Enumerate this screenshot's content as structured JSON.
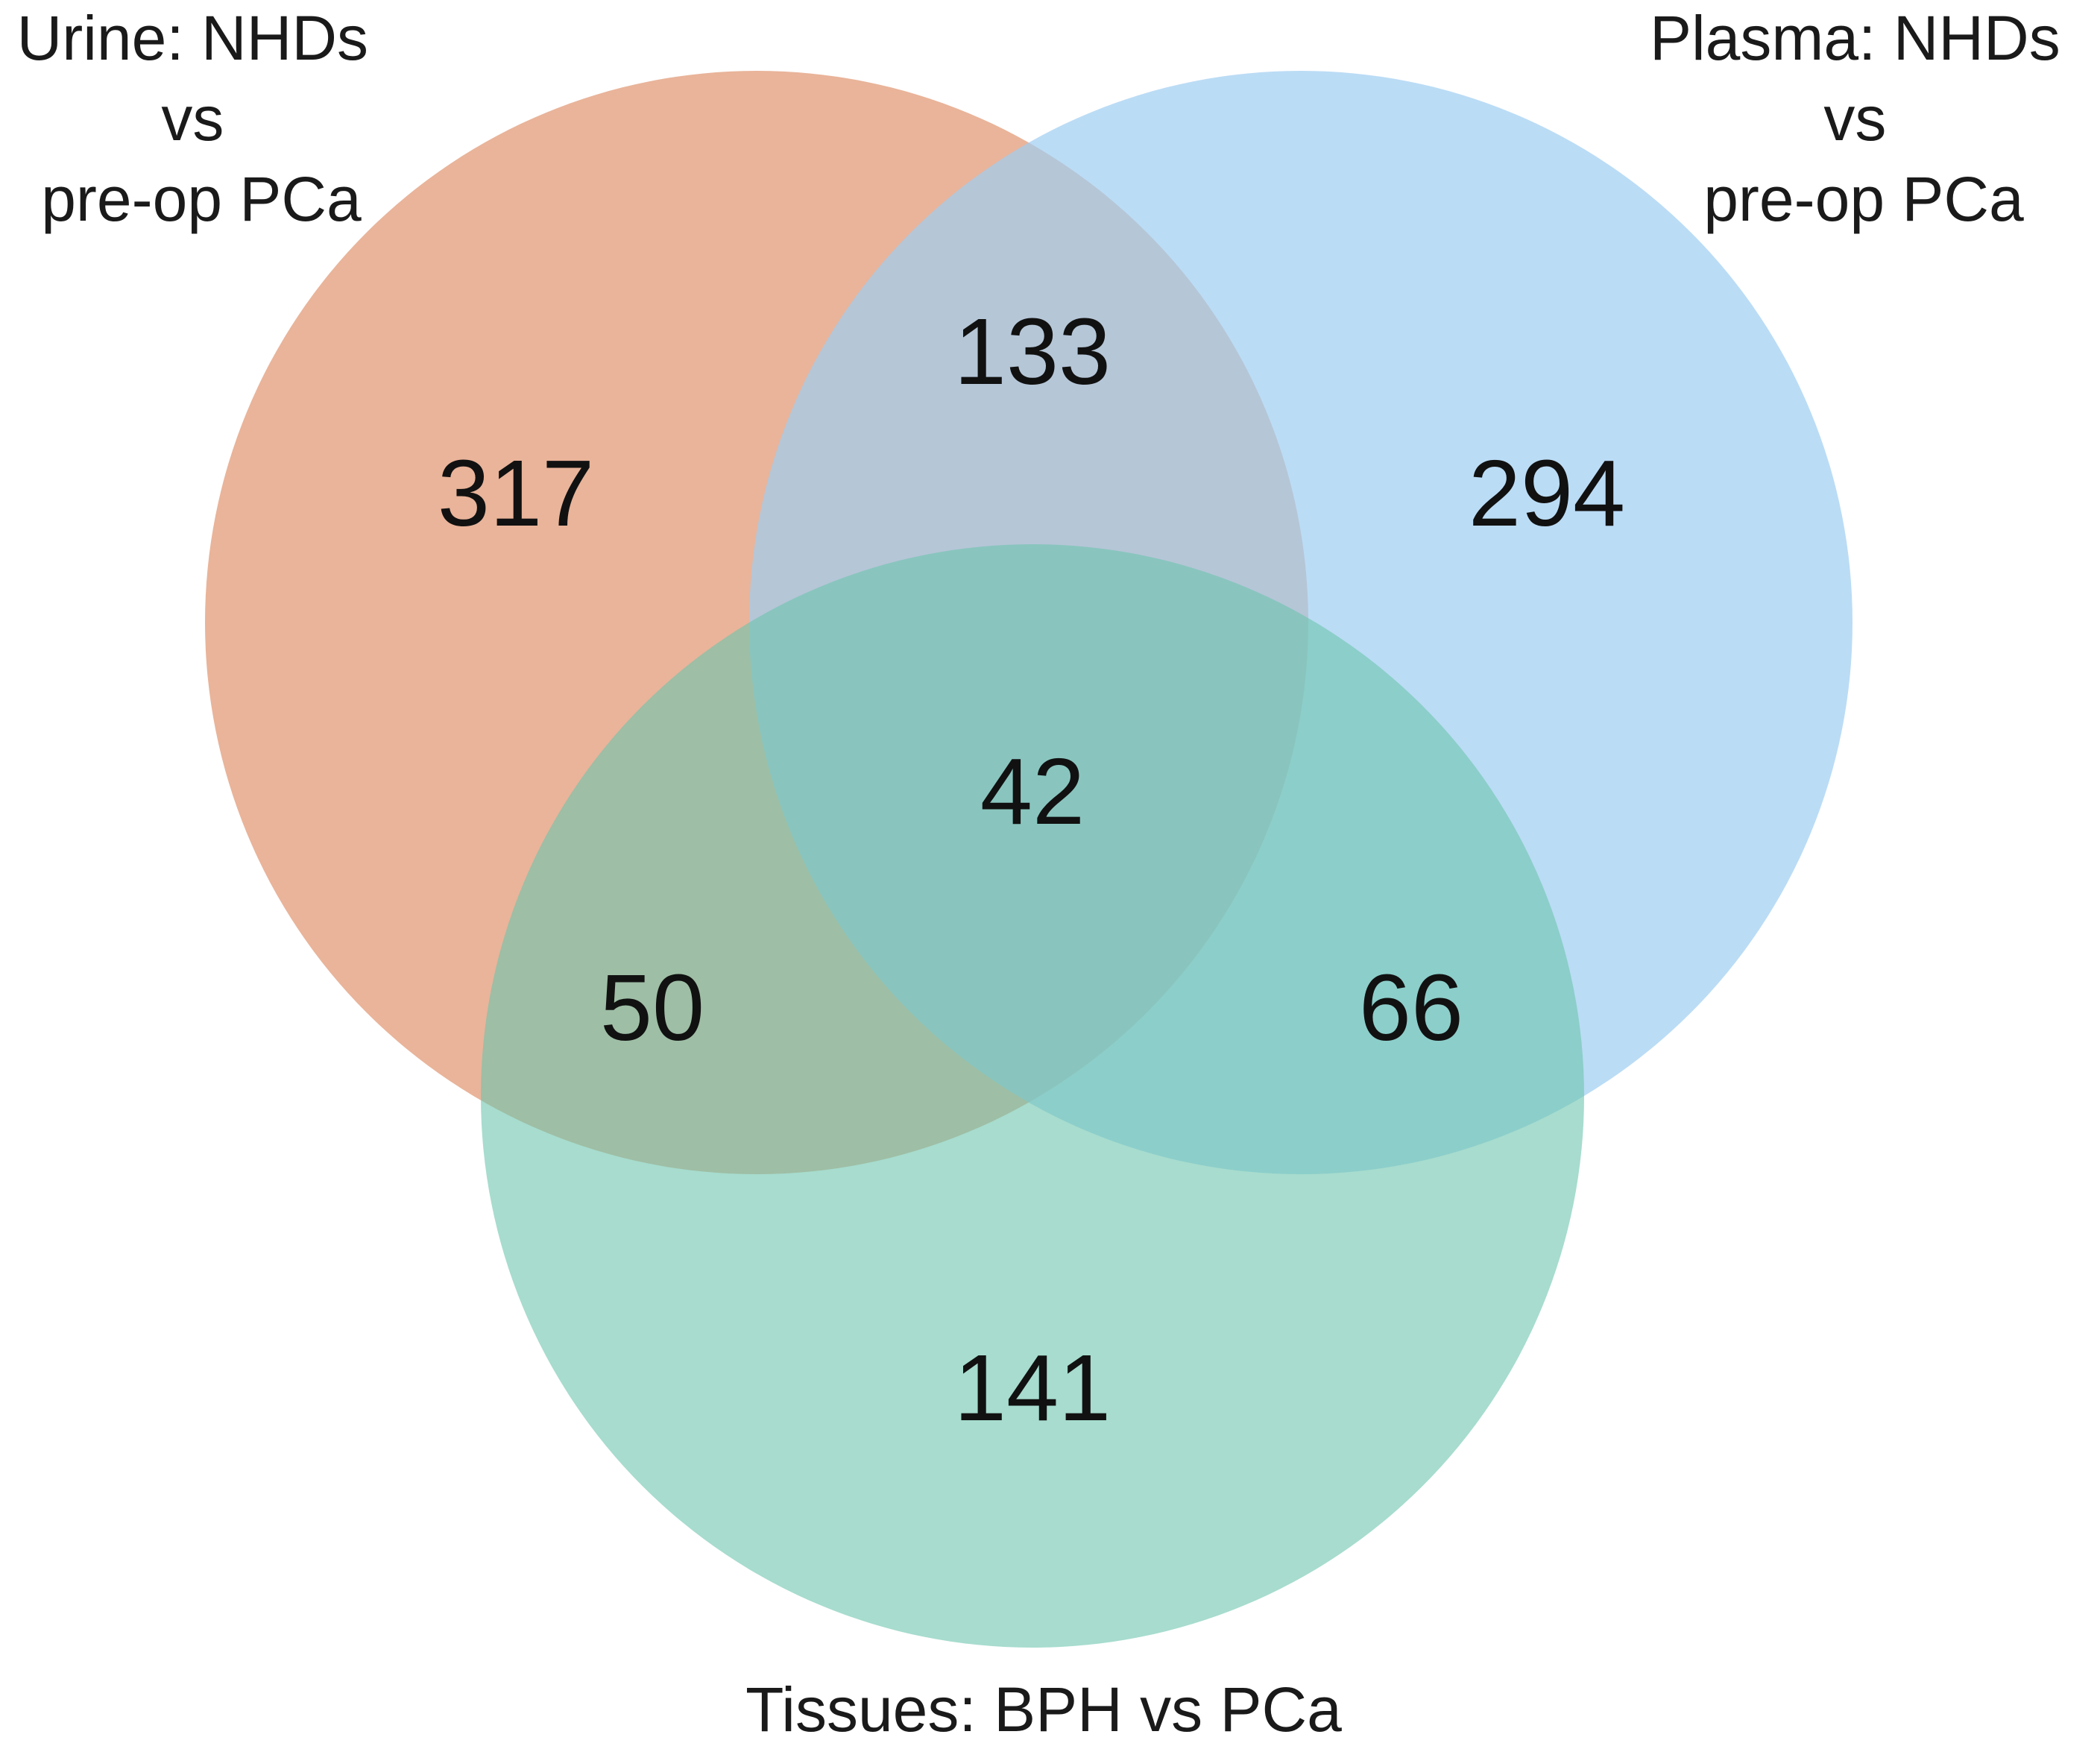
{
  "sets": [
    {
      "id": "urine",
      "label_lines": [
        "Urine: NHDs",
        "vs",
        "pre-op PCa"
      ],
      "color": "#e39f7d"
    },
    {
      "id": "plasma",
      "label_lines": [
        "Plasma: NHDs",
        "vs",
        "pre-op PCa"
      ],
      "color": "#9ecdf1"
    },
    {
      "id": "tissues",
      "label_lines": [
        "Tissues: BPH vs PCa"
      ],
      "color": "#6dc5ae"
    }
  ],
  "regions": {
    "urine_only": "317",
    "plasma_only": "294",
    "tissues_only": "141",
    "urine_plasma": "133",
    "urine_tissues": "50",
    "plasma_tissues": "66",
    "all_three": "42"
  }
}
